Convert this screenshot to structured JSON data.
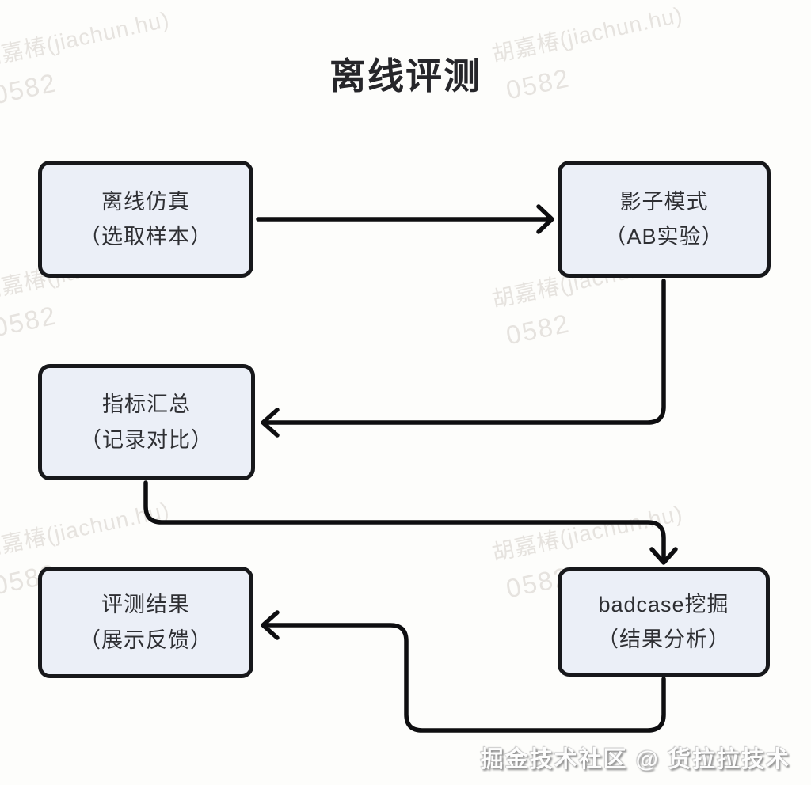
{
  "title": "离线评测",
  "watermark": {
    "line1": "胡嘉椿(jiachun.hu)",
    "line2": "0582"
  },
  "footer": {
    "credit": "掘金技术社区 @ 货拉拉技术"
  },
  "colors": {
    "background": "#fdfdfb",
    "node_fill": "#ebeff7",
    "node_border": "#17181b",
    "arrow": "#0e0e10",
    "watermark": "rgba(178,170,160,0.30)"
  },
  "diagram": {
    "type": "flowchart",
    "nodes": [
      {
        "id": "offline-simulation",
        "line1": "离线仿真",
        "line2": "（选取样本）"
      },
      {
        "id": "shadow-mode",
        "line1": "影子模式",
        "line2": "（AB实验）"
      },
      {
        "id": "metric-summary",
        "line1": "指标汇总",
        "line2": "（记录对比）"
      },
      {
        "id": "evaluation-result",
        "line1": "评测结果",
        "line2": "（展示反馈）"
      },
      {
        "id": "badcase-mining",
        "line1": "badcase挖掘",
        "line2": "（结果分析）"
      }
    ],
    "edges": [
      {
        "from": "offline-simulation",
        "to": "shadow-mode"
      },
      {
        "from": "shadow-mode",
        "to": "metric-summary"
      },
      {
        "from": "metric-summary",
        "to": "badcase-mining"
      },
      {
        "from": "badcase-mining",
        "to": "evaluation-result"
      }
    ]
  }
}
